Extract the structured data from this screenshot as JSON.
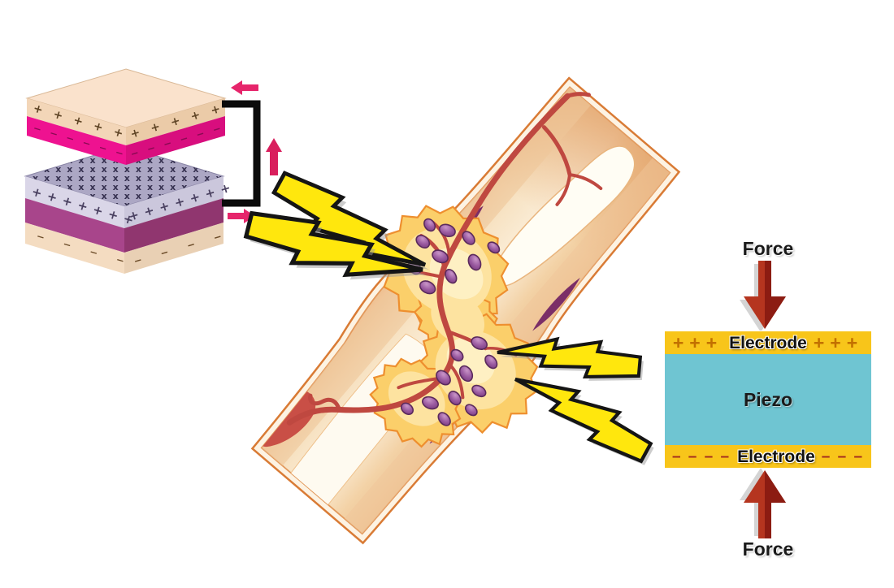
{
  "colors": {
    "electrode_yellow": "#F8C51A",
    "piezo_cyan": "#6FC5D2",
    "force_arrow_red": "#B5351F",
    "force_arrow_dark": "#8C1C12",
    "charge_plus_orange": "#C27000",
    "charge_minus_red": "#A32C1E",
    "lightning_yellow": "#FFE70D",
    "circuit_black": "#0B0B0B",
    "current_arrow_pink": "#E6256B",
    "stack_magenta": "#EE1290",
    "stack_lavender": "#ACA7C4",
    "stack_plum": "#A8458B",
    "stack_peach": "#F3D6B8",
    "bone_outline_orange": "#D97B35",
    "callus_yellow": "#FBCF6A",
    "vessel_red": "#BE4740",
    "cell_purple": "#8D4C90"
  },
  "stack": {
    "peach_plus": "+++++",
    "magenta_dash": "−−−−−−",
    "cross_row": "xxxxxxxxxxxxxxxxxx",
    "lavender_plus": "+++++++",
    "cream_dash": "−−−−"
  },
  "circuit": {
    "arrow_directions": [
      "left",
      "up",
      "right"
    ]
  },
  "force_diagram": {
    "force_top": "Force",
    "force_bottom": "Force",
    "plus_signs": "+++",
    "electrode_top_label": "Electrode",
    "electrode_bottom_label": "Electrode",
    "minus_signs_left": "– – – –",
    "minus_signs_right": "– – –",
    "piezo_label": "Piezo"
  }
}
